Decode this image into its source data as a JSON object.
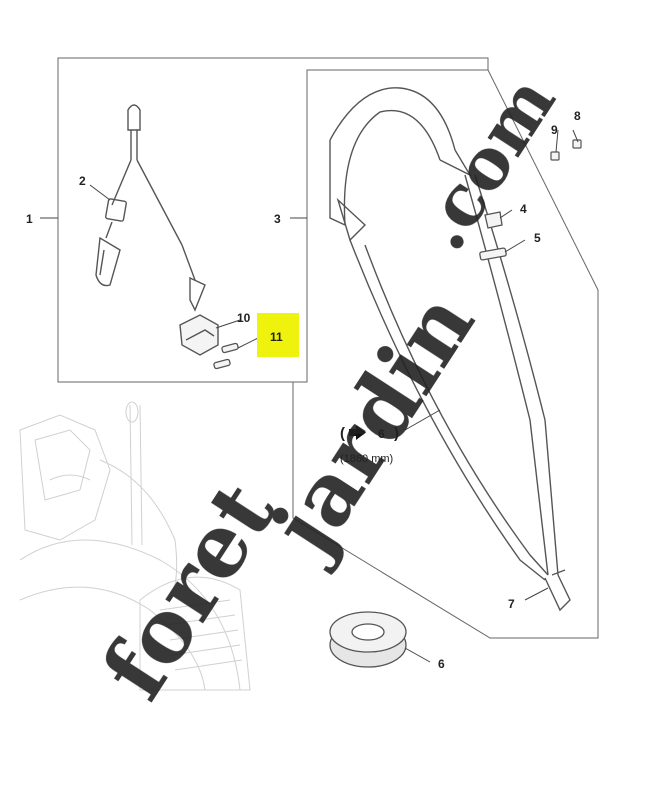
{
  "callouts": {
    "c1": "1",
    "c2": "2",
    "c3": "3",
    "c4": "4",
    "c5": "5",
    "c6_bottom": "6",
    "c6_inline": "6",
    "c7": "7",
    "c8": "8",
    "c9": "9",
    "c10": "10",
    "c11": "11"
  },
  "note": {
    "paren_open": "(",
    "paren_close": ")",
    "length": "(1860 mm)"
  },
  "watermark": {
    "text1": "foret",
    "text2": "jardin",
    "text3": ".com",
    "color_green": "#c8dc8a",
    "color_orange": "#f6c07a",
    "color_gray": "#c9b9a8"
  },
  "colors": {
    "highlight": "#eef20c",
    "line": "#444444"
  }
}
